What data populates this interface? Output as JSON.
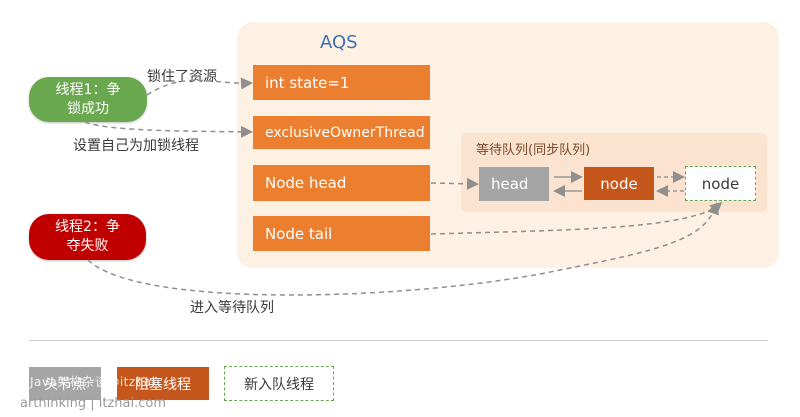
{
  "aqs": {
    "title": "AQS",
    "fields": {
      "state": "int state=1",
      "owner": "exclusiveOwnerThread",
      "head": "Node head",
      "tail": "Node tail"
    }
  },
  "queue": {
    "title": "等待队列(同步队列)",
    "head_node": "head",
    "node": "node",
    "new_node": "node"
  },
  "threads": {
    "thread1": "线程1：争\n锁成功",
    "thread2": "线程2：争\n夺失败"
  },
  "notes": {
    "lock_resource": "锁住了资源",
    "set_owner": "设置自己为加锁线程",
    "enqueue": "进入等待队列"
  },
  "legend": {
    "head_node": "头节点",
    "blocked_thread": "阻塞线程",
    "new_enqueued": "新入队线程"
  },
  "watermark": {
    "top": "Java架构杂谈@itzhai",
    "bottom": "arthinking | itzhai.com"
  },
  "colors": {
    "panel_bg": "#fdf1e3",
    "field_orange": "#ec7e2f",
    "queue_bg": "#fbe3cf",
    "head_gray": "#a5a5a5",
    "blocked_rust": "#c5571c",
    "success_green": "#6aa84f",
    "fail_red": "#c00000",
    "title_blue": "#3f6fb4"
  }
}
